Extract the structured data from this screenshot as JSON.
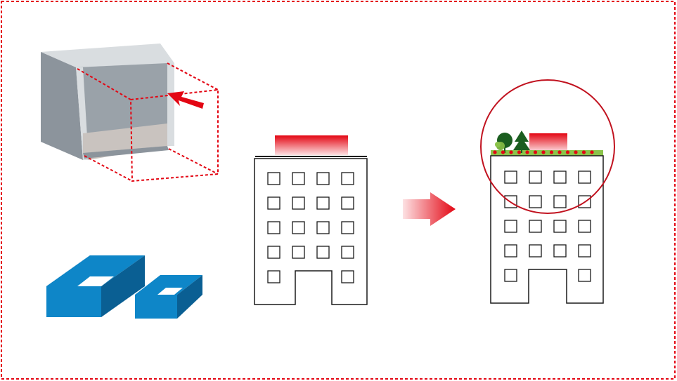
{
  "colors": {
    "frame_border": "#e30613",
    "accent_red": "#e30613",
    "arrow_gradient_start": "#fde2e4",
    "box_gray_dark": "#8c949c",
    "box_gray_mid": "#9aa2a9",
    "box_gray_light": "#d9dde0",
    "box_floor": "#c9c3bf",
    "blue_light": "#0e86c8",
    "blue_dark": "#0a5f93",
    "roof_green": "#8bc34a",
    "tree_dark_green": "#1b5e20",
    "tree_green": "#2e7d32",
    "tree_light_green": "#7cb342",
    "building_stroke": "#1a1a1a",
    "highlight_circle": "#c1121f"
  },
  "icons": {
    "gray_module_box": "box-module-icon",
    "extension_outline": "dashed-cube-outline",
    "insert_arrow": "insert-arrow-icon",
    "blue_frames": "modular-frame-icon",
    "building_before": "building-icon",
    "building_after": "building-with-green-roof-icon",
    "transition_arrow": "gradient-arrow-right-icon",
    "roof_trees": "tree-icon",
    "focus_circle": "highlight-circle-icon"
  },
  "building_window_rows": 5,
  "building_window_cols": 4,
  "roof_dot_count": 13
}
